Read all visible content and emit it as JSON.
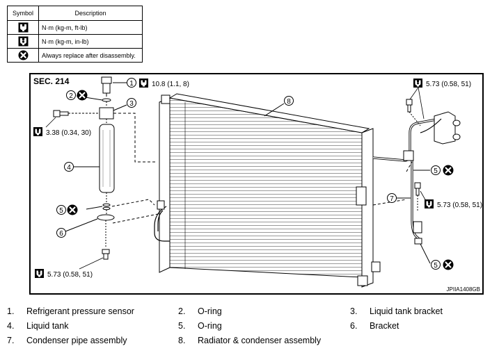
{
  "legend": {
    "header_symbol": "Symbol",
    "header_description": "Description",
    "rows": [
      {
        "icon": "torque-wrench-icon",
        "description": "N·m (kg-m, ft-lb)"
      },
      {
        "icon": "torque-wrench-small-icon",
        "description": "N·m (kg-m, in-lb)"
      },
      {
        "icon": "always-replace-icon",
        "description": "Always replace after disassembly."
      }
    ]
  },
  "diagram": {
    "section": "SEC. 214",
    "figure_code": "JPIIA1408GB",
    "torques": {
      "sensor": "10.8 (1.1, 8)",
      "bracket_bolt": "3.38 (0.34, 30)",
      "tank_bottom_bolt": "5.73 (0.58, 51)",
      "pipe_top_bolt": "5.73 (0.58, 51)",
      "pipe_mid_bolt": "5.73 (0.58, 51)"
    },
    "callouts": [
      "1",
      "2",
      "3",
      "4",
      "5",
      "6",
      "7",
      "8"
    ]
  },
  "parts": [
    {
      "num": "1.",
      "name": "Refrigerant pressure sensor"
    },
    {
      "num": "2.",
      "name": "O-ring"
    },
    {
      "num": "3.",
      "name": "Liquid tank bracket"
    },
    {
      "num": "4.",
      "name": "Liquid tank"
    },
    {
      "num": "5.",
      "name": "O-ring"
    },
    {
      "num": "6.",
      "name": "Bracket"
    },
    {
      "num": "7.",
      "name": "Condenser pipe assembly"
    },
    {
      "num": "8.",
      "name": "Radiator & condenser assembly"
    }
  ]
}
